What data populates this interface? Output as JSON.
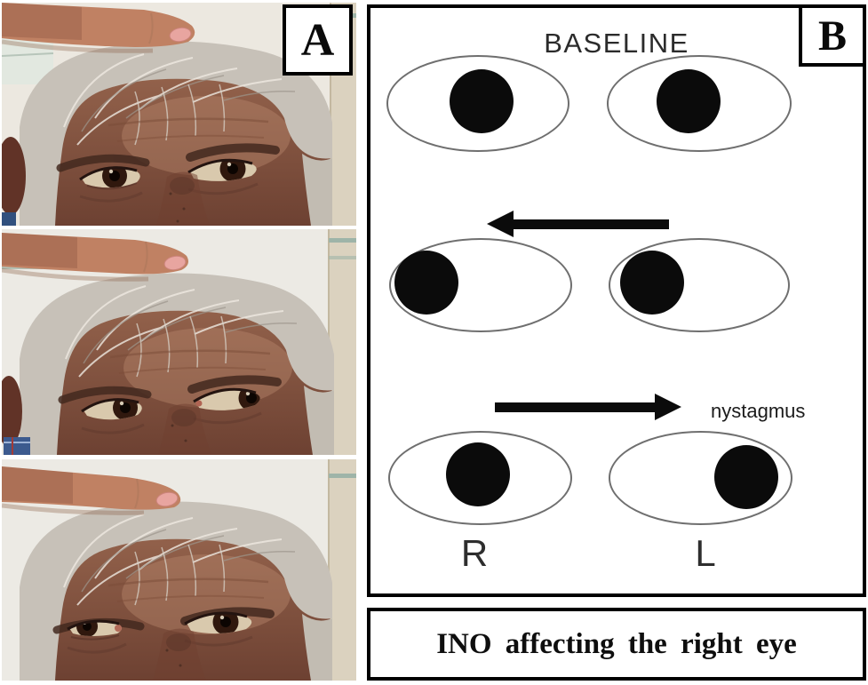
{
  "figure": {
    "caption": "INO affecting the right eye",
    "panels": {
      "a": {
        "label": "A",
        "photo_count": 3
      },
      "b": {
        "label": "B",
        "title": "BASELINE",
        "nystagmus_label": "nystagmus",
        "right_label": "R",
        "left_label": "L",
        "rows": [
          {
            "name": "baseline",
            "arrow": "none",
            "right_eye_pupil": "center",
            "left_eye_pupil": "center"
          },
          {
            "name": "gaze-left-arrow",
            "arrow": "left",
            "right_eye_pupil": "far-left",
            "left_eye_pupil": "far-left"
          },
          {
            "name": "gaze-right-arrow",
            "arrow": "right",
            "right_eye_pupil": "center",
            "left_eye_pupil": "far-right",
            "annotation": "nystagmus"
          }
        ]
      }
    },
    "colors": {
      "border": "#000000",
      "eye_outline": "#6f6f6f",
      "ink": "#0b0b0b"
    }
  }
}
